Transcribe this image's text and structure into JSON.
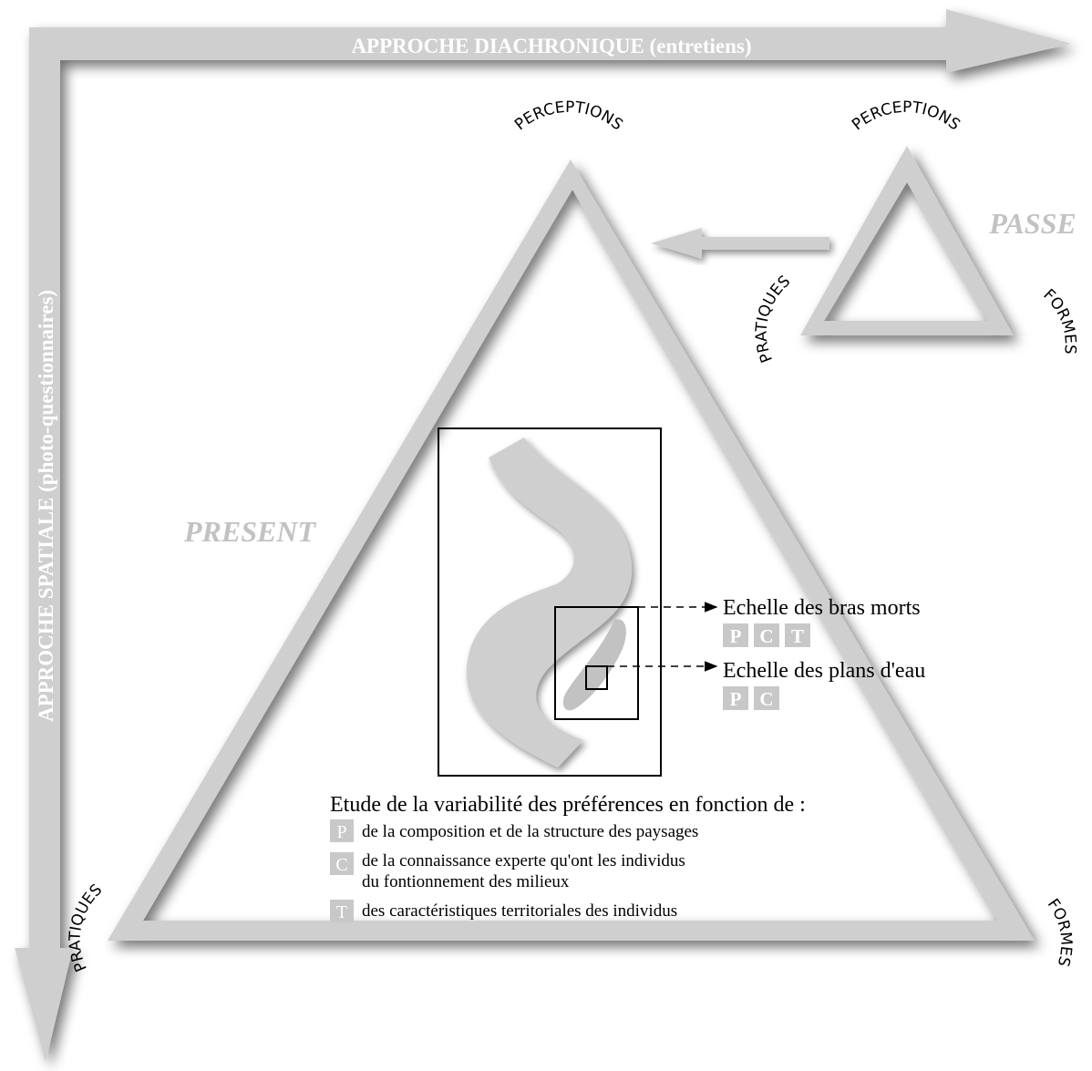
{
  "axes": {
    "horizontal_label": "APPROCHE DIACHRONIQUE (entretiens)",
    "vertical_label": "APPROCHE SPATIALE (photo-questionnaires)"
  },
  "present": {
    "label": "PRESENT",
    "top_vertex": "PERCEPTIONS",
    "left_vertex": "PRATIQUES",
    "right_vertex": "FORMES"
  },
  "passe": {
    "label": "PASSE",
    "top_vertex": "PERCEPTIONS",
    "left_vertex": "PRATIQUES",
    "right_vertex": "FORMES"
  },
  "scales": [
    {
      "label": "Echelle des bras morts",
      "badges": [
        "P",
        "C",
        "T"
      ]
    },
    {
      "label": "Echelle des plans d'eau",
      "badges": [
        "P",
        "C"
      ]
    }
  ],
  "study": {
    "title": "Etude de la variabilité des préférences en fonction de :",
    "items": [
      {
        "badge": "P",
        "lines": [
          "de la composition et de la structure des paysages"
        ]
      },
      {
        "badge": "C",
        "lines": [
          "de la connaissance experte qu'ont les individus",
          "du fontionnement des milieux"
        ]
      },
      {
        "badge": "T",
        "lines": [
          "des caractéristiques territoriales des individus"
        ]
      }
    ]
  },
  "colors": {
    "gray": "#cfcfcf",
    "text_gray": "#bfbfbf",
    "shadow": "#6f6f6f",
    "badge": "#c8c8c8",
    "ink": "#000000"
  }
}
